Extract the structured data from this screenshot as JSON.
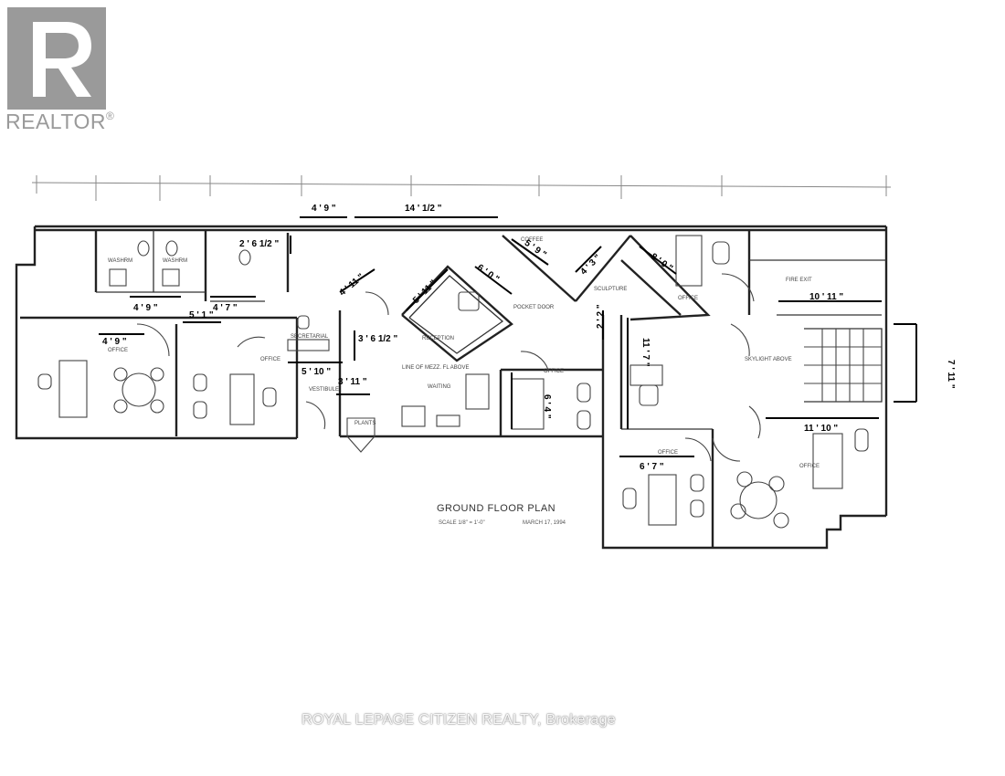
{
  "logo": {
    "text": "REALTOR",
    "mark": "®",
    "color": "#9a9a9a"
  },
  "watermark": "ROYAL LEPAGE CITIZEN REALTY, Brokerage",
  "plan": {
    "title": "GROUND FLOOR PLAN",
    "scale": "SCALE 1/8\" = 1'-0\"",
    "date": "MARCH 17, 1994",
    "rooms": {
      "office_left": "OFFICE",
      "office_mid": "OFFICE",
      "office_center": "OFFICE",
      "office_right_top": "OFFICE",
      "office_bottom": "OFFICE",
      "office_big": "OFFICE",
      "washroom_1": "WASHRM",
      "washroom_2": "WASHRM",
      "reception": "RECEPTION",
      "waiting": "WAITING",
      "vestibule": "VESTIBULE",
      "planter": "PLANTS",
      "secretarial": "SECRETARIAL",
      "pocket_door": "POCKET DOOR",
      "sculpture": "SCULPTURE",
      "skylight": "SKYLIGHT ABOVE",
      "mezz_line": "LINE OF MEZZ. FL ABOVE",
      "fire_exit": "FIRE EXIT",
      "coffee": "COFFEE"
    },
    "dimensions": {
      "d1": "4 ' 9 \"",
      "d2": "14 ' 1/2 \"",
      "d3": "2 ' 6 1/2 \"",
      "d4": "5 ' 9 \"",
      "d5": "4 ' 3 \"",
      "d6": "8 ' 0 \"",
      "d7": "4 ' 11 \"",
      "d8": "5 ' 11 \"",
      "d9": "6 ' 0 \"",
      "d10": "4 ' 9 \"",
      "d11": "4 ' 7 \"",
      "d12": "5 ' 1 \"",
      "d13": "4 ' 9 \"",
      "d14": "3 ' 6 1/2 \"",
      "d15": "5 ' 10 \"",
      "d16": "3 ' 11 \"",
      "d17": "2 ' 2 \"",
      "d18": "11 ' 7 \"",
      "d19": "6 ' 4 \"",
      "d20": "10 ' 11 \"",
      "d21": "7 ' 11 \"",
      "d22": "11 ' 10 \"",
      "d23": "6 ' 7 \""
    }
  }
}
